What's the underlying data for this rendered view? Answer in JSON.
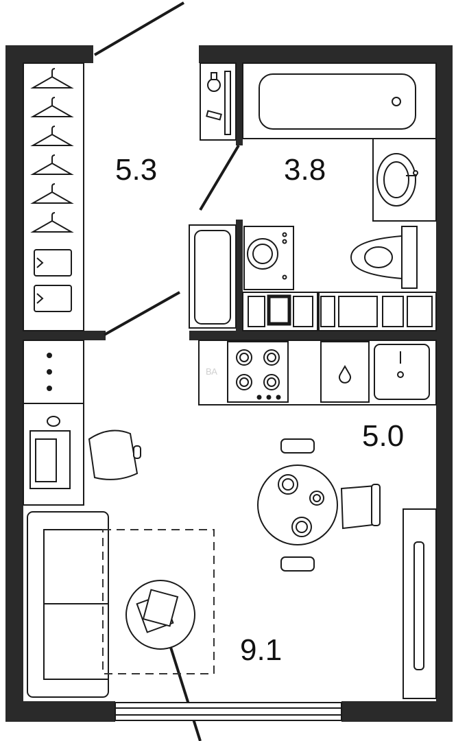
{
  "plan": {
    "colors": {
      "wall": "#2a2a2a",
      "line": "#1a1a1a",
      "fill": "#ffffff"
    },
    "areas": {
      "hall": "5.3",
      "bathroom": "3.8",
      "kitchen": "5.0",
      "living": "9.1"
    },
    "watermark": "ВА",
    "icons": [
      "hanger-icon",
      "folded-clothes-icon",
      "bathtub-icon",
      "sink-icon",
      "toilet-icon",
      "washing-machine-icon",
      "stove-icon",
      "table-icon",
      "chair-icon",
      "sofa-icon",
      "rug-icon",
      "desk-icon",
      "radiator-icon",
      "window-icon",
      "door-icon"
    ]
  }
}
